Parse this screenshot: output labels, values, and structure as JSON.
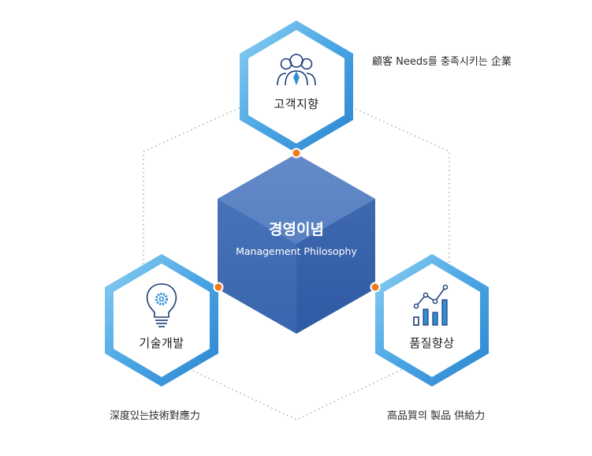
{
  "center": {
    "title": "경영이념",
    "subtitle": "Management Philosophy"
  },
  "nodes": {
    "top": {
      "title": "고객지향",
      "caption": "顧客 Needs를 충족시키는 企業",
      "icon": "customers-icon"
    },
    "left": {
      "title": "기술개발",
      "caption": "深度있는技術對應力",
      "icon": "lightbulb-gear-icon"
    },
    "right": {
      "title": "품질향상",
      "caption": "高品質의 製品 供給力",
      "icon": "growth-chart-icon"
    }
  },
  "colors": {
    "hex_border_light": "#78c3ef",
    "hex_border_dark": "#2f8fd6",
    "cube_top": "#5b84c4",
    "cube_left": "#3f6db6",
    "cube_right": "#2e5aa3",
    "dot": "#f07a1d",
    "icon": "#1f3d75",
    "icon_accent": "#2f8fd6"
  }
}
